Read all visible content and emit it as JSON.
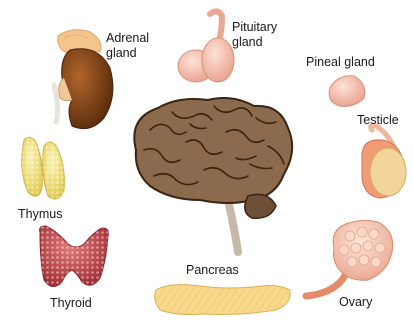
{
  "labels": {
    "adrenal": "Adrenal",
    "adrenal_2": "gland",
    "pituitary": "Pituitary",
    "pituitary_2": "gland",
    "pineal": "Pineal gland",
    "testicle": "Testicle",
    "thymus": "Thymus",
    "thyroid": "Thyroid",
    "pancreas": "Pancreas",
    "ovary": "Ovary"
  },
  "colors": {
    "brain": "#8b6a4e",
    "adrenal_top": "#f3c48c",
    "kidney": "#7a3f14",
    "pituitary": "#f6c4b4",
    "pineal": "#f6c4b4",
    "testicle": "#f3d49a",
    "thymus": "#f2e27a",
    "thyroid": "#c9484e",
    "pancreas": "#f7d98b",
    "ovary": "#f6c8b4"
  }
}
